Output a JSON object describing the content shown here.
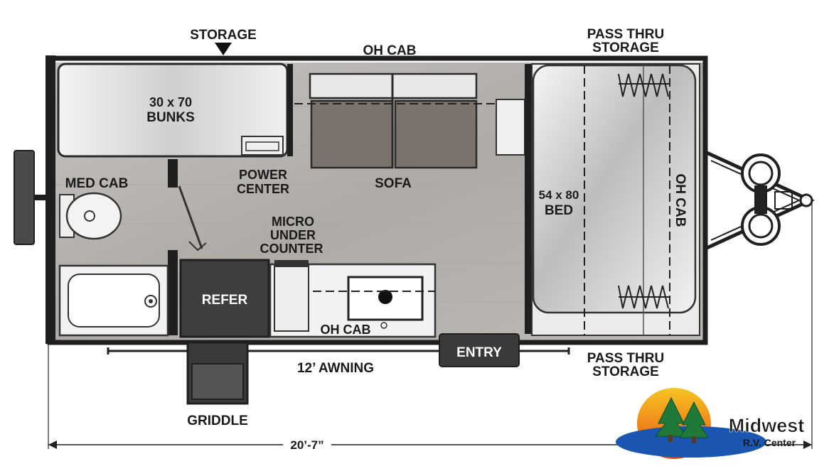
{
  "labels": {
    "storage_top": "STORAGE",
    "oh_cab_top": "OH CAB",
    "pass_thru_top_1": "PASS THRU",
    "pass_thru_top_2": "STORAGE",
    "bunks_size": "30 x 70",
    "bunks": "BUNKS",
    "med_cab": "MED CAB",
    "power_center_1": "POWER",
    "power_center_2": "CENTER",
    "sofa": "SOFA",
    "micro_1": "MICRO",
    "micro_2": "UNDER",
    "micro_3": "COUNTER",
    "refer": "REFER",
    "oh_cab_bottom": "OH CAB",
    "bed_size": "54 x 80",
    "bed": "BED",
    "oh_cab_front": "OH CAB",
    "entry": "ENTRY",
    "awning": "12’ AWNING",
    "pass_thru_bottom_1": "PASS THRU",
    "pass_thru_bottom_2": "STORAGE",
    "griddle": "GRIDDLE",
    "length": "20’-7”"
  },
  "logo": {
    "name": "Midwest",
    "sub": "R.V. Center"
  },
  "colors": {
    "wall": "#1f1f1f",
    "floor": "#b9b7b4",
    "cushion": "#7b746d",
    "appliance": "#3d3d3d",
    "mattress": "#e3e3e3",
    "lake_blue": "#1a55b0",
    "sun_orange": "#f08a1c",
    "tree_green": "#1f7a3a"
  }
}
